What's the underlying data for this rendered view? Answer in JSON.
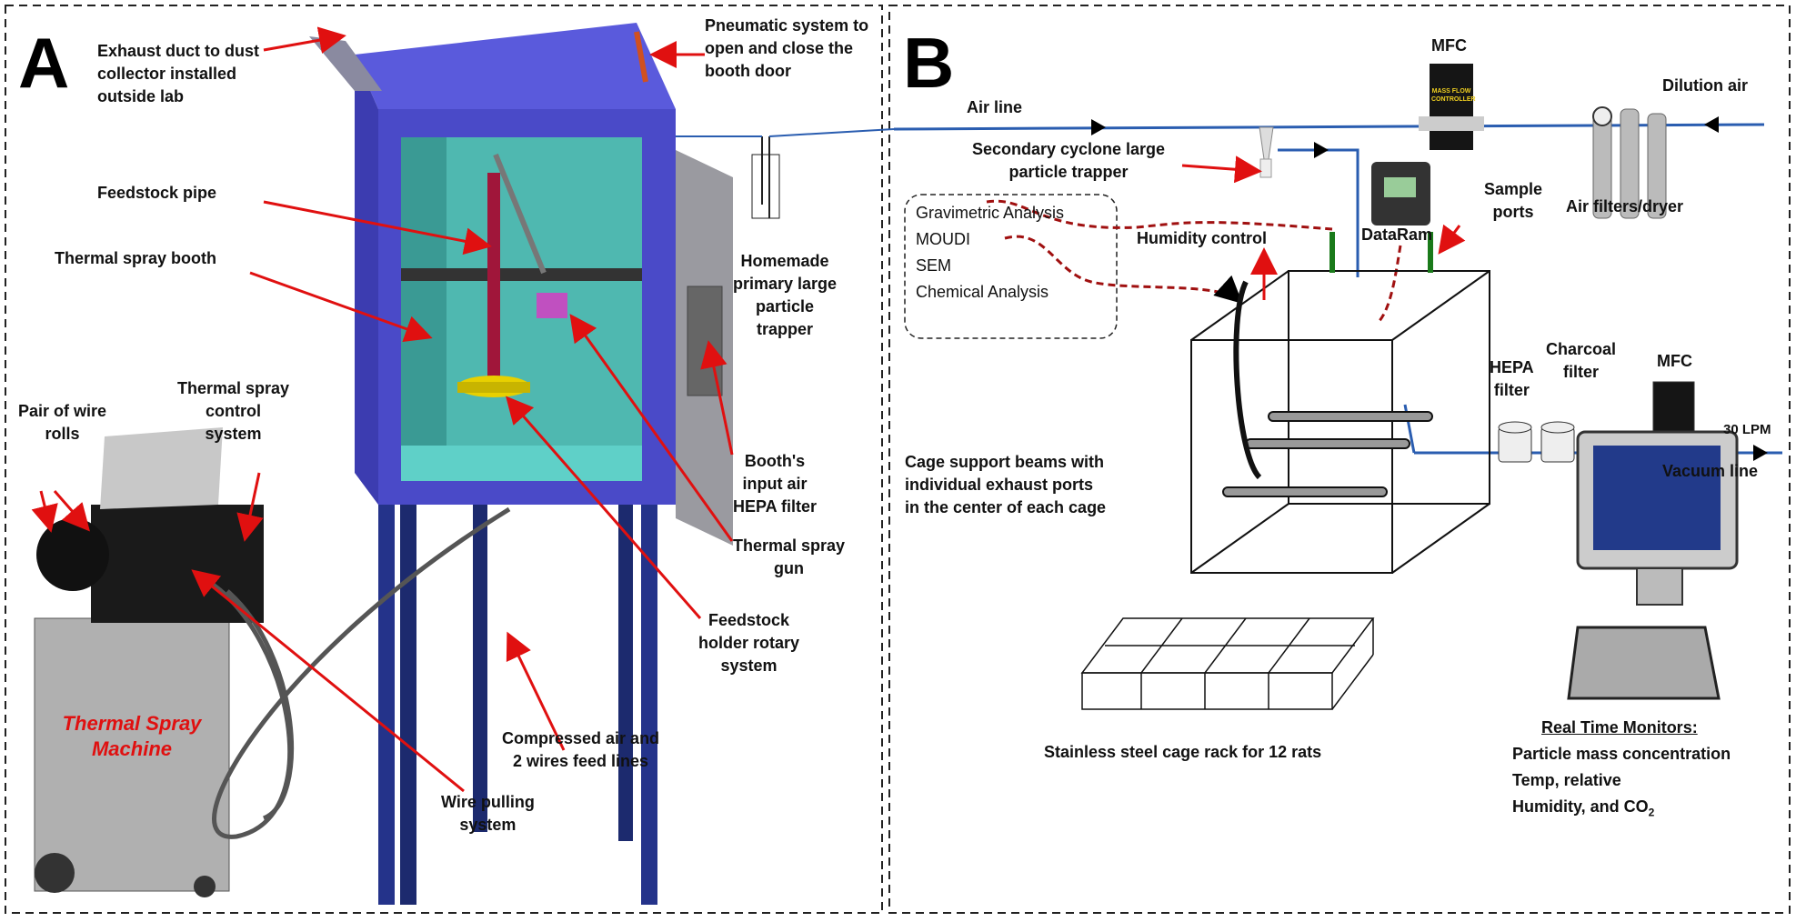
{
  "panel_a": {
    "letter": "A",
    "labels": {
      "exhaust_duct": [
        "Exhaust duct to dust",
        "collector installed",
        "outside lab"
      ],
      "feedstock_pipe": "Feedstock pipe",
      "booth": "Thermal spray booth",
      "wire_rolls": [
        "Pair of wire",
        "rolls"
      ],
      "control_system": [
        "Thermal spray",
        "control",
        "system"
      ],
      "machine": [
        "Thermal Spray",
        "Machine"
      ],
      "wire_pulling": [
        "Wire pulling",
        "system"
      ],
      "feed_lines": [
        "Compressed air and",
        "2 wires feed lines"
      ],
      "holder_rotary": [
        "Feedstock",
        "holder rotary",
        "system"
      ],
      "spray_gun": [
        "Thermal spray",
        "gun"
      ],
      "hepa_input": [
        "Booth's",
        "input air",
        "HEPA filter"
      ],
      "primary_trapper": [
        "Homemade",
        "primary large",
        "particle",
        "trapper"
      ],
      "pneumatic": [
        "Pneumatic system to",
        "open and close the",
        "booth door"
      ]
    },
    "colors": {
      "booth": "#4a4ac8",
      "interior": "#4fb8b0",
      "pipe": "#a0163a",
      "holder": "#e8d000",
      "arrow": "#e01010"
    }
  },
  "panel_b": {
    "letter": "B",
    "labels": {
      "air_line": "Air line",
      "mfc_top": "MFC",
      "dilution_air": "Dilution air",
      "air_filters": "Air filters/dryer",
      "cyclone": [
        "Secondary cyclone large",
        "particle trapper"
      ],
      "dataram": "DataRam",
      "sample_ports": [
        "Sample",
        "ports"
      ],
      "humidity_control": "Humidity control",
      "analysis": [
        "Gravimetric Analysis",
        "MOUDI",
        "SEM",
        "Chemical Analysis"
      ],
      "cage_beams": [
        "Cage support beams with",
        "individual exhaust ports",
        "in the center of each cage"
      ],
      "hepa_filter": [
        "HEPA",
        "filter"
      ],
      "charcoal_filter": [
        "Charcoal",
        "filter"
      ],
      "mfc_bottom": "MFC",
      "flow_rate": "30 LPM",
      "vacuum_line": "Vacuum line",
      "cage_rack": "Stainless  steel cage rack for 12 rats",
      "monitors_title": "Real Time Monitors:",
      "monitors": [
        "Particle mass concentration",
        "Temp, relative",
        "Humidity, and CO"
      ],
      "co2_subscript": "2",
      "mfc_device_text": "MASS FLOW CONTROLLER"
    },
    "colors": {
      "air_line": "#2a5db0",
      "sample_port": "#1a7a1a",
      "dashed_link": "#a01010"
    }
  }
}
